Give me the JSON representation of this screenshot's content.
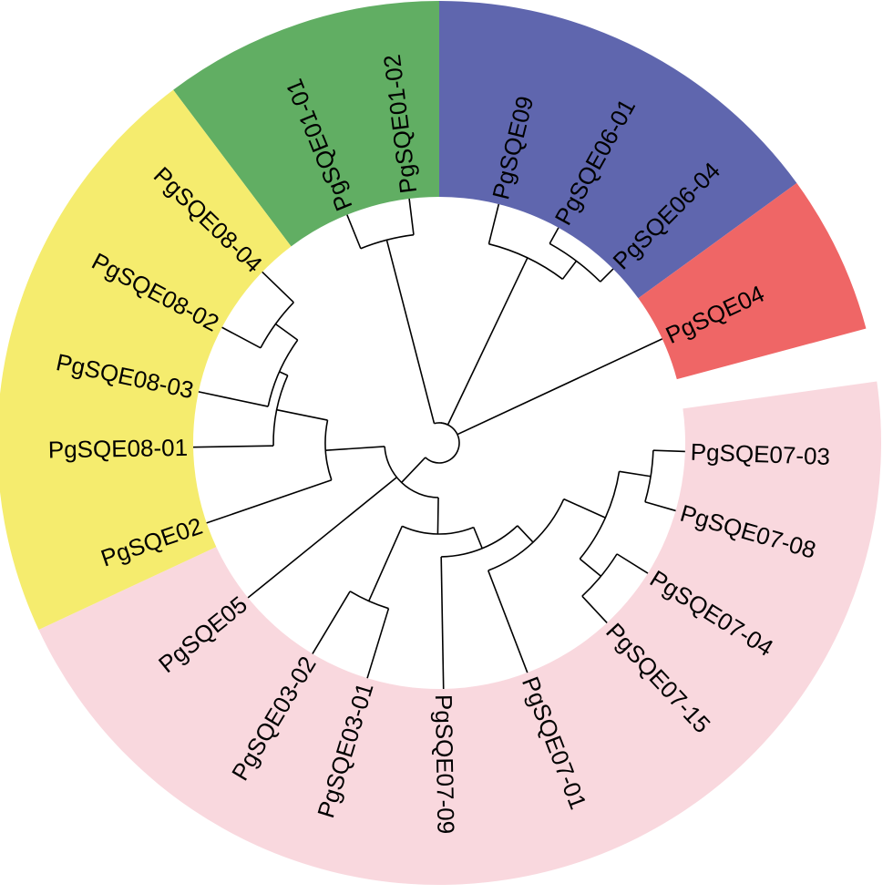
{
  "clades": [
    {
      "name": "clade-green",
      "color": "#61ae63",
      "leaves": [
        {
          "label": "PgSQE01-01",
          "angle": -112
        },
        {
          "label": "PgSQE01-02",
          "angle": -97
        }
      ]
    },
    {
      "name": "clade-blue",
      "color": "#5f66ae",
      "leaves": [
        {
          "label": "PgSQE09",
          "angle": -76
        },
        {
          "label": "PgSQE06-01",
          "angle": -61
        },
        {
          "label": "PgSQE06-04",
          "angle": -45
        }
      ]
    },
    {
      "name": "clade-red",
      "color": "#ef6666",
      "leaves": [
        {
          "label": "PgSQE04",
          "angle": -25
        }
      ]
    },
    {
      "name": "clade-pink",
      "color": "#f9d8de",
      "leaves": [
        {
          "label": "PgSQE07-03",
          "angle": 2
        },
        {
          "label": "PgSQE07-08",
          "angle": 16
        },
        {
          "label": "PgSQE07-04",
          "angle": 32
        },
        {
          "label": "PgSQE07-15",
          "angle": 47
        },
        {
          "label": "PgSQE07-01",
          "angle": 69
        },
        {
          "label": "PgSQE07-09",
          "angle": 89
        },
        {
          "label": "PgSQE03-01",
          "angle": 107
        },
        {
          "label": "PgSQE03-02",
          "angle": 121
        },
        {
          "label": "PgSQE05",
          "angle": 141
        }
      ]
    },
    {
      "name": "clade-yellow",
      "color": "#f5ec6e",
      "leaves": [
        {
          "label": "PgSQE02",
          "angle": 161
        },
        {
          "label": "PgSQE08-01",
          "angle": 179
        },
        {
          "label": "PgSQE08-03",
          "angle": 192
        },
        {
          "label": "PgSQE08-02",
          "angle": 208
        },
        {
          "label": "PgSQE08-04",
          "angle": 224
        }
      ]
    }
  ]
}
